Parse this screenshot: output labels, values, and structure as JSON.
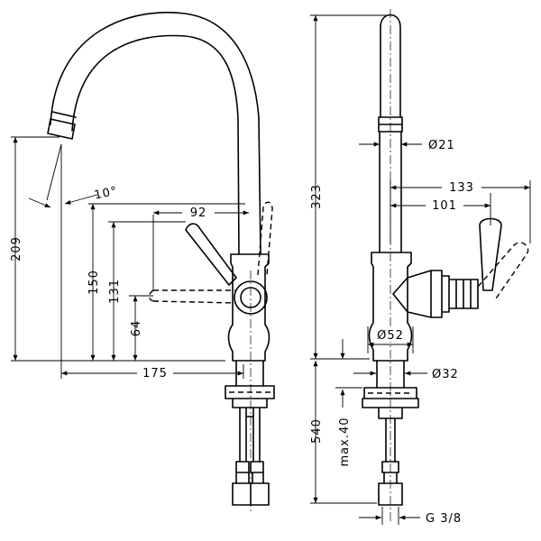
{
  "front_view": {
    "dim_spout_height": "209",
    "dim_handle_height": "150",
    "dim_handle_axis": "131",
    "dim_lever_axis": "64",
    "dim_lever_reach": "92",
    "dim_spout_reach": "175",
    "dim_spout_angle": "10°"
  },
  "side_view": {
    "dim_total_height": "323",
    "dim_spout_diameter": "Ø21",
    "dim_lever_depth_outer": "133",
    "dim_lever_depth_inner": "101",
    "dim_body_diameter": "Ø52",
    "dim_shank_diameter": "Ø32",
    "dim_supply_length": "540",
    "dim_max_deck": "max.40",
    "dim_thread": "G 3/8"
  }
}
